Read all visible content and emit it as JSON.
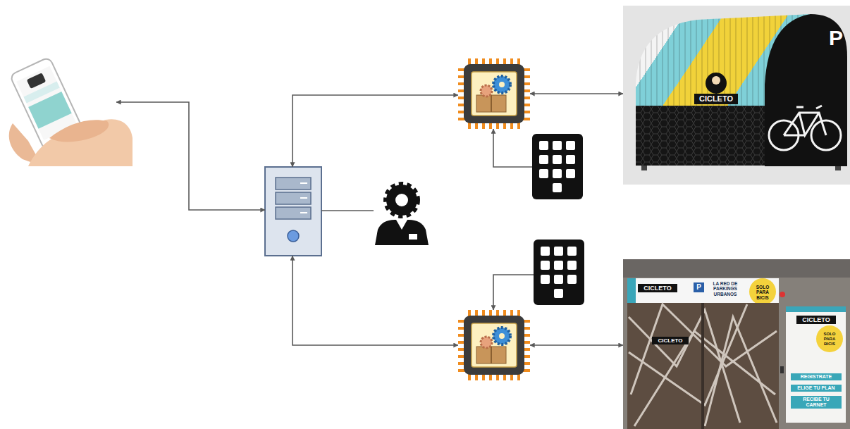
{
  "diagram": {
    "nodes": [
      {
        "text": []
      },
      {
        "text": []
      },
      {
        "text": []
      },
      {
        "text": []
      },
      {
        "text": []
      },
      {
        "text": [
          "P",
          "CICLETO"
        ]
      },
      {
        "text": []
      },
      {
        "text": []
      },
      {
        "text": [
          "CICLETO",
          "P",
          "LA RED DE PARKINGS URBANOS",
          "SOLO PARA BICIS",
          "CICLETO",
          "CICLETO",
          "SOLO PARA BICIS",
          "REGISTRATE",
          "ELIGE TU PLAN",
          "RECIBE TU CARNET"
        ]
      }
    ],
    "edges": [
      {
        "from": 0,
        "to": 1,
        "arrow": "both"
      },
      {
        "from": 1,
        "to": 3,
        "arrow": "both"
      },
      {
        "from": 3,
        "to": 5,
        "arrow": "both"
      },
      {
        "from": 4,
        "to": 3,
        "arrow": "to"
      },
      {
        "from": 1,
        "to": 2,
        "arrow": "none"
      },
      {
        "from": 1,
        "to": 7,
        "arrow": "both"
      },
      {
        "from": 6,
        "to": 7,
        "arrow": "to"
      },
      {
        "from": 7,
        "to": 8,
        "arrow": "both"
      }
    ]
  }
}
